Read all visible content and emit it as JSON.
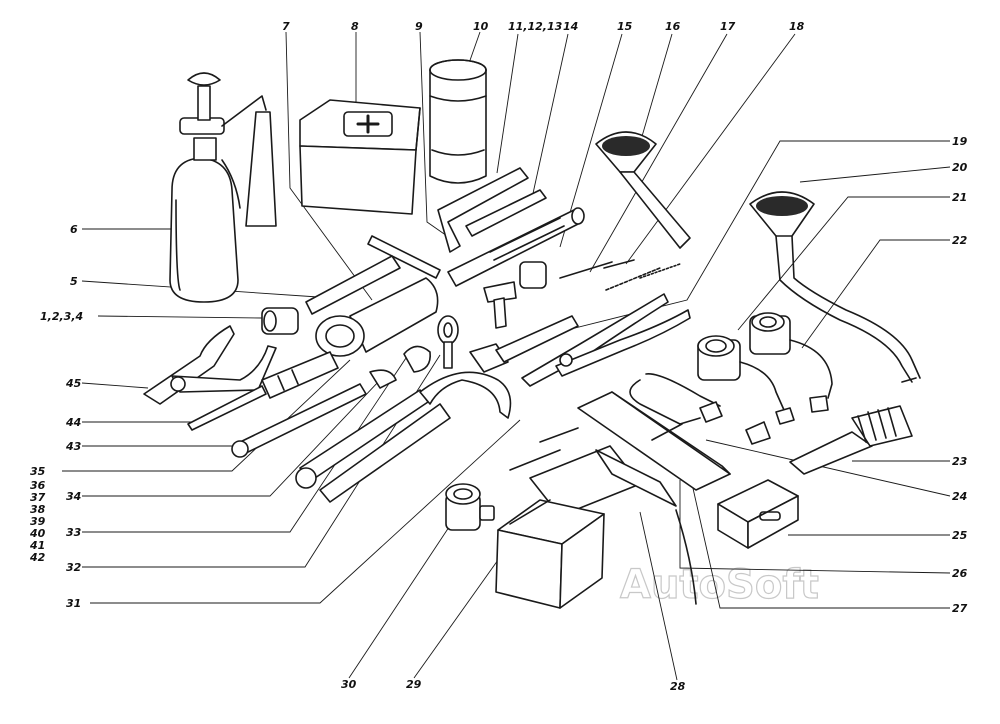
{
  "labels": {
    "l1": "1,2,3,4",
    "l5": "5",
    "l6": "6",
    "l7": "7",
    "l8": "8",
    "l9": "9",
    "l10": "10",
    "l11": "11,12,13",
    "l14": "14",
    "l15": "15",
    "l16": "16",
    "l17": "17",
    "l18": "18",
    "l19": "19",
    "l20": "20",
    "l21": "21",
    "l22": "22",
    "l23": "23",
    "l24": "24",
    "l25": "25",
    "l26": "26",
    "l27": "27",
    "l28": "28",
    "l29": "29",
    "l30": "30",
    "l31": "31",
    "l32": "32",
    "l33": "33",
    "l34": "34",
    "l35": "35",
    "l36": "36",
    "l37": "37",
    "l38": "38",
    "l39": "39",
    "l40": "40",
    "l41": "41",
    "l42": "42",
    "l43": "43",
    "l44": "44",
    "l45": "45"
  },
  "watermark": "AutoSoft"
}
